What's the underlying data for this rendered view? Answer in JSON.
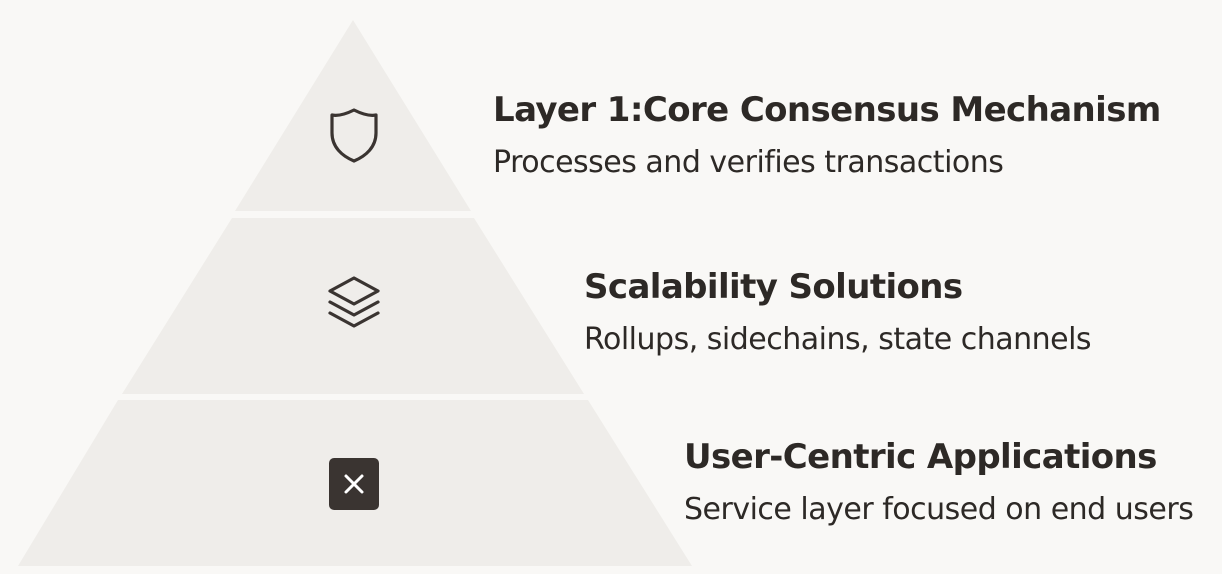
{
  "diagram": {
    "tiers": [
      {
        "title": "Layer 1:Core Consensus Mechanism",
        "description": "Processes and verifies transactions",
        "icon": "shield-icon"
      },
      {
        "title": "Scalability Solutions",
        "description": "Rollups, sidechains, state channels",
        "icon": "layers-icon"
      },
      {
        "title": "User-Centric Applications",
        "description": "Service layer focused on end users",
        "icon": "x-box-icon"
      }
    ],
    "colors": {
      "background": "#f9f8f6",
      "tier_fill": "#efedea",
      "text": "#2d2926",
      "icon": "#3a3431"
    }
  }
}
